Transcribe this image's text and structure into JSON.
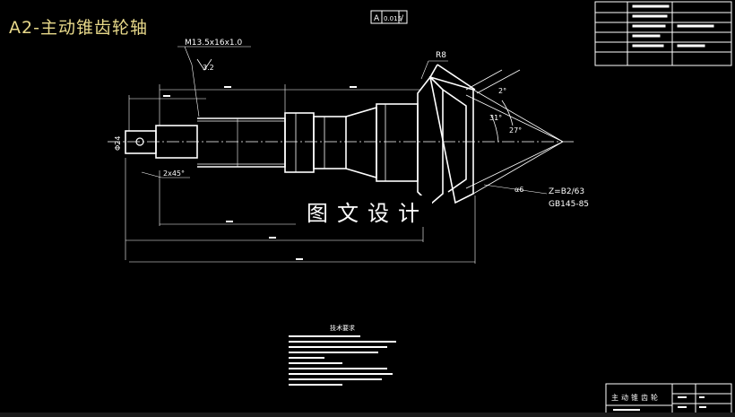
{
  "drawing": {
    "title": "A2-主动锥齿轮轴",
    "watermark": "图文设计",
    "tolerance_frame": {
      "symbol": "A",
      "value": "0.015",
      "datum": "/"
    },
    "thread_callout": "M13.5x16x1.0",
    "roughness_callout": "3.2",
    "radius_callout": "R8",
    "chamfer_callout": "2x45°",
    "diameter_label": "Φ24",
    "angle_labels": [
      "2°",
      "31°",
      "27°",
      "α6"
    ],
    "gear_spec": [
      "Z=B2/63",
      "GB145-85"
    ],
    "tech_requirements_heading": "技术要求",
    "title_block_part_name": "主动锥齿轮"
  }
}
